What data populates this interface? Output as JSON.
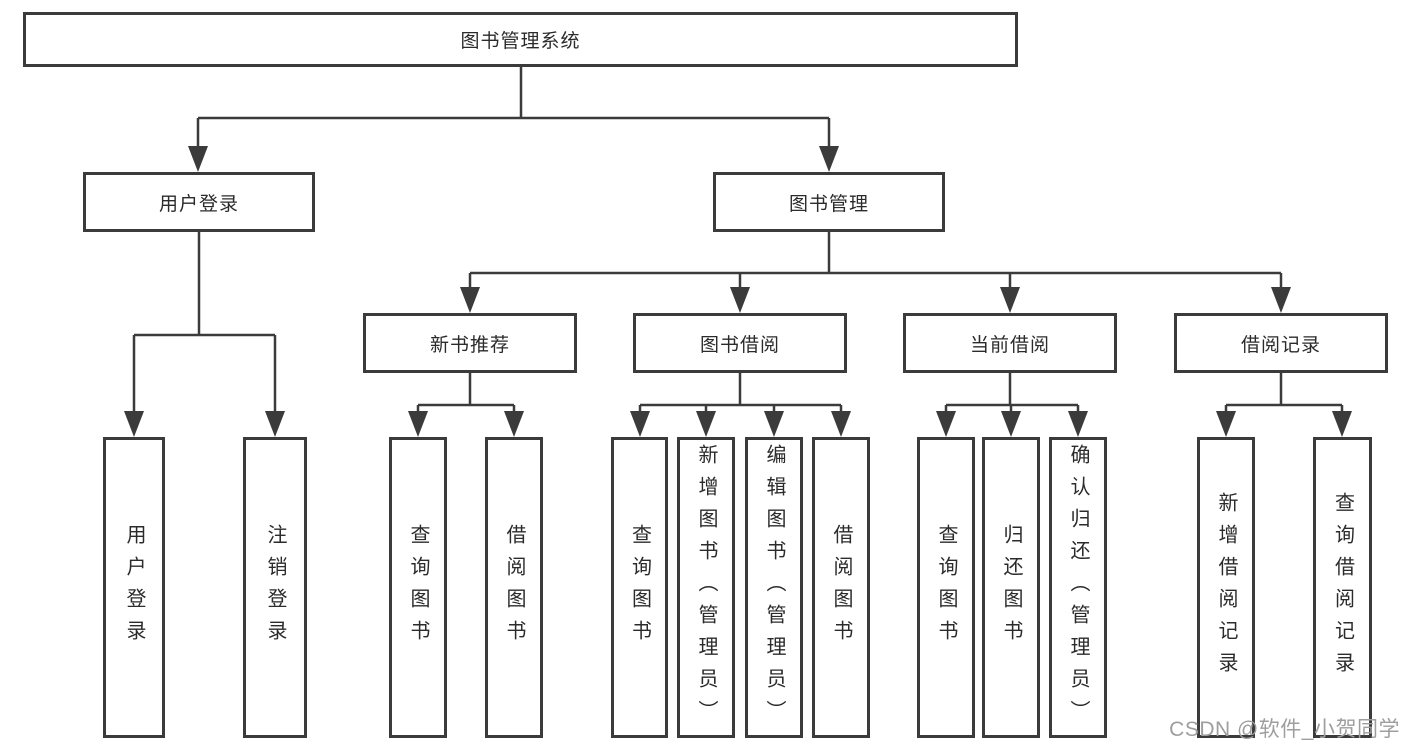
{
  "tree": {
    "label": "图书管理系统",
    "children": [
      {
        "label": "用户登录",
        "children": [
          {
            "label": "用户登录"
          },
          {
            "label": "注销登录"
          }
        ]
      },
      {
        "label": "图书管理",
        "children": [
          {
            "label": "新书推荐",
            "children": [
              {
                "label": "查询图书"
              },
              {
                "label": "借阅图书"
              }
            ]
          },
          {
            "label": "图书借阅",
            "children": [
              {
                "label": "查询图书"
              },
              {
                "label": "新增图书（管理员）"
              },
              {
                "label": "编辑图书（管理员）"
              },
              {
                "label": "借阅图书"
              }
            ]
          },
          {
            "label": "当前借阅",
            "children": [
              {
                "label": "查询图书"
              },
              {
                "label": "归还图书"
              },
              {
                "label": "确认归还（管理员）"
              }
            ]
          },
          {
            "label": "借阅记录",
            "children": [
              {
                "label": "新增借阅记录"
              },
              {
                "label": "查询借阅记录"
              }
            ]
          }
        ]
      }
    ]
  },
  "watermark": "CSDN @软件_小贺同学",
  "colors": {
    "line": "#3b3b3b",
    "text": "#2b2b2b",
    "background": "#ffffff",
    "watermark": "#9e9e9e"
  }
}
